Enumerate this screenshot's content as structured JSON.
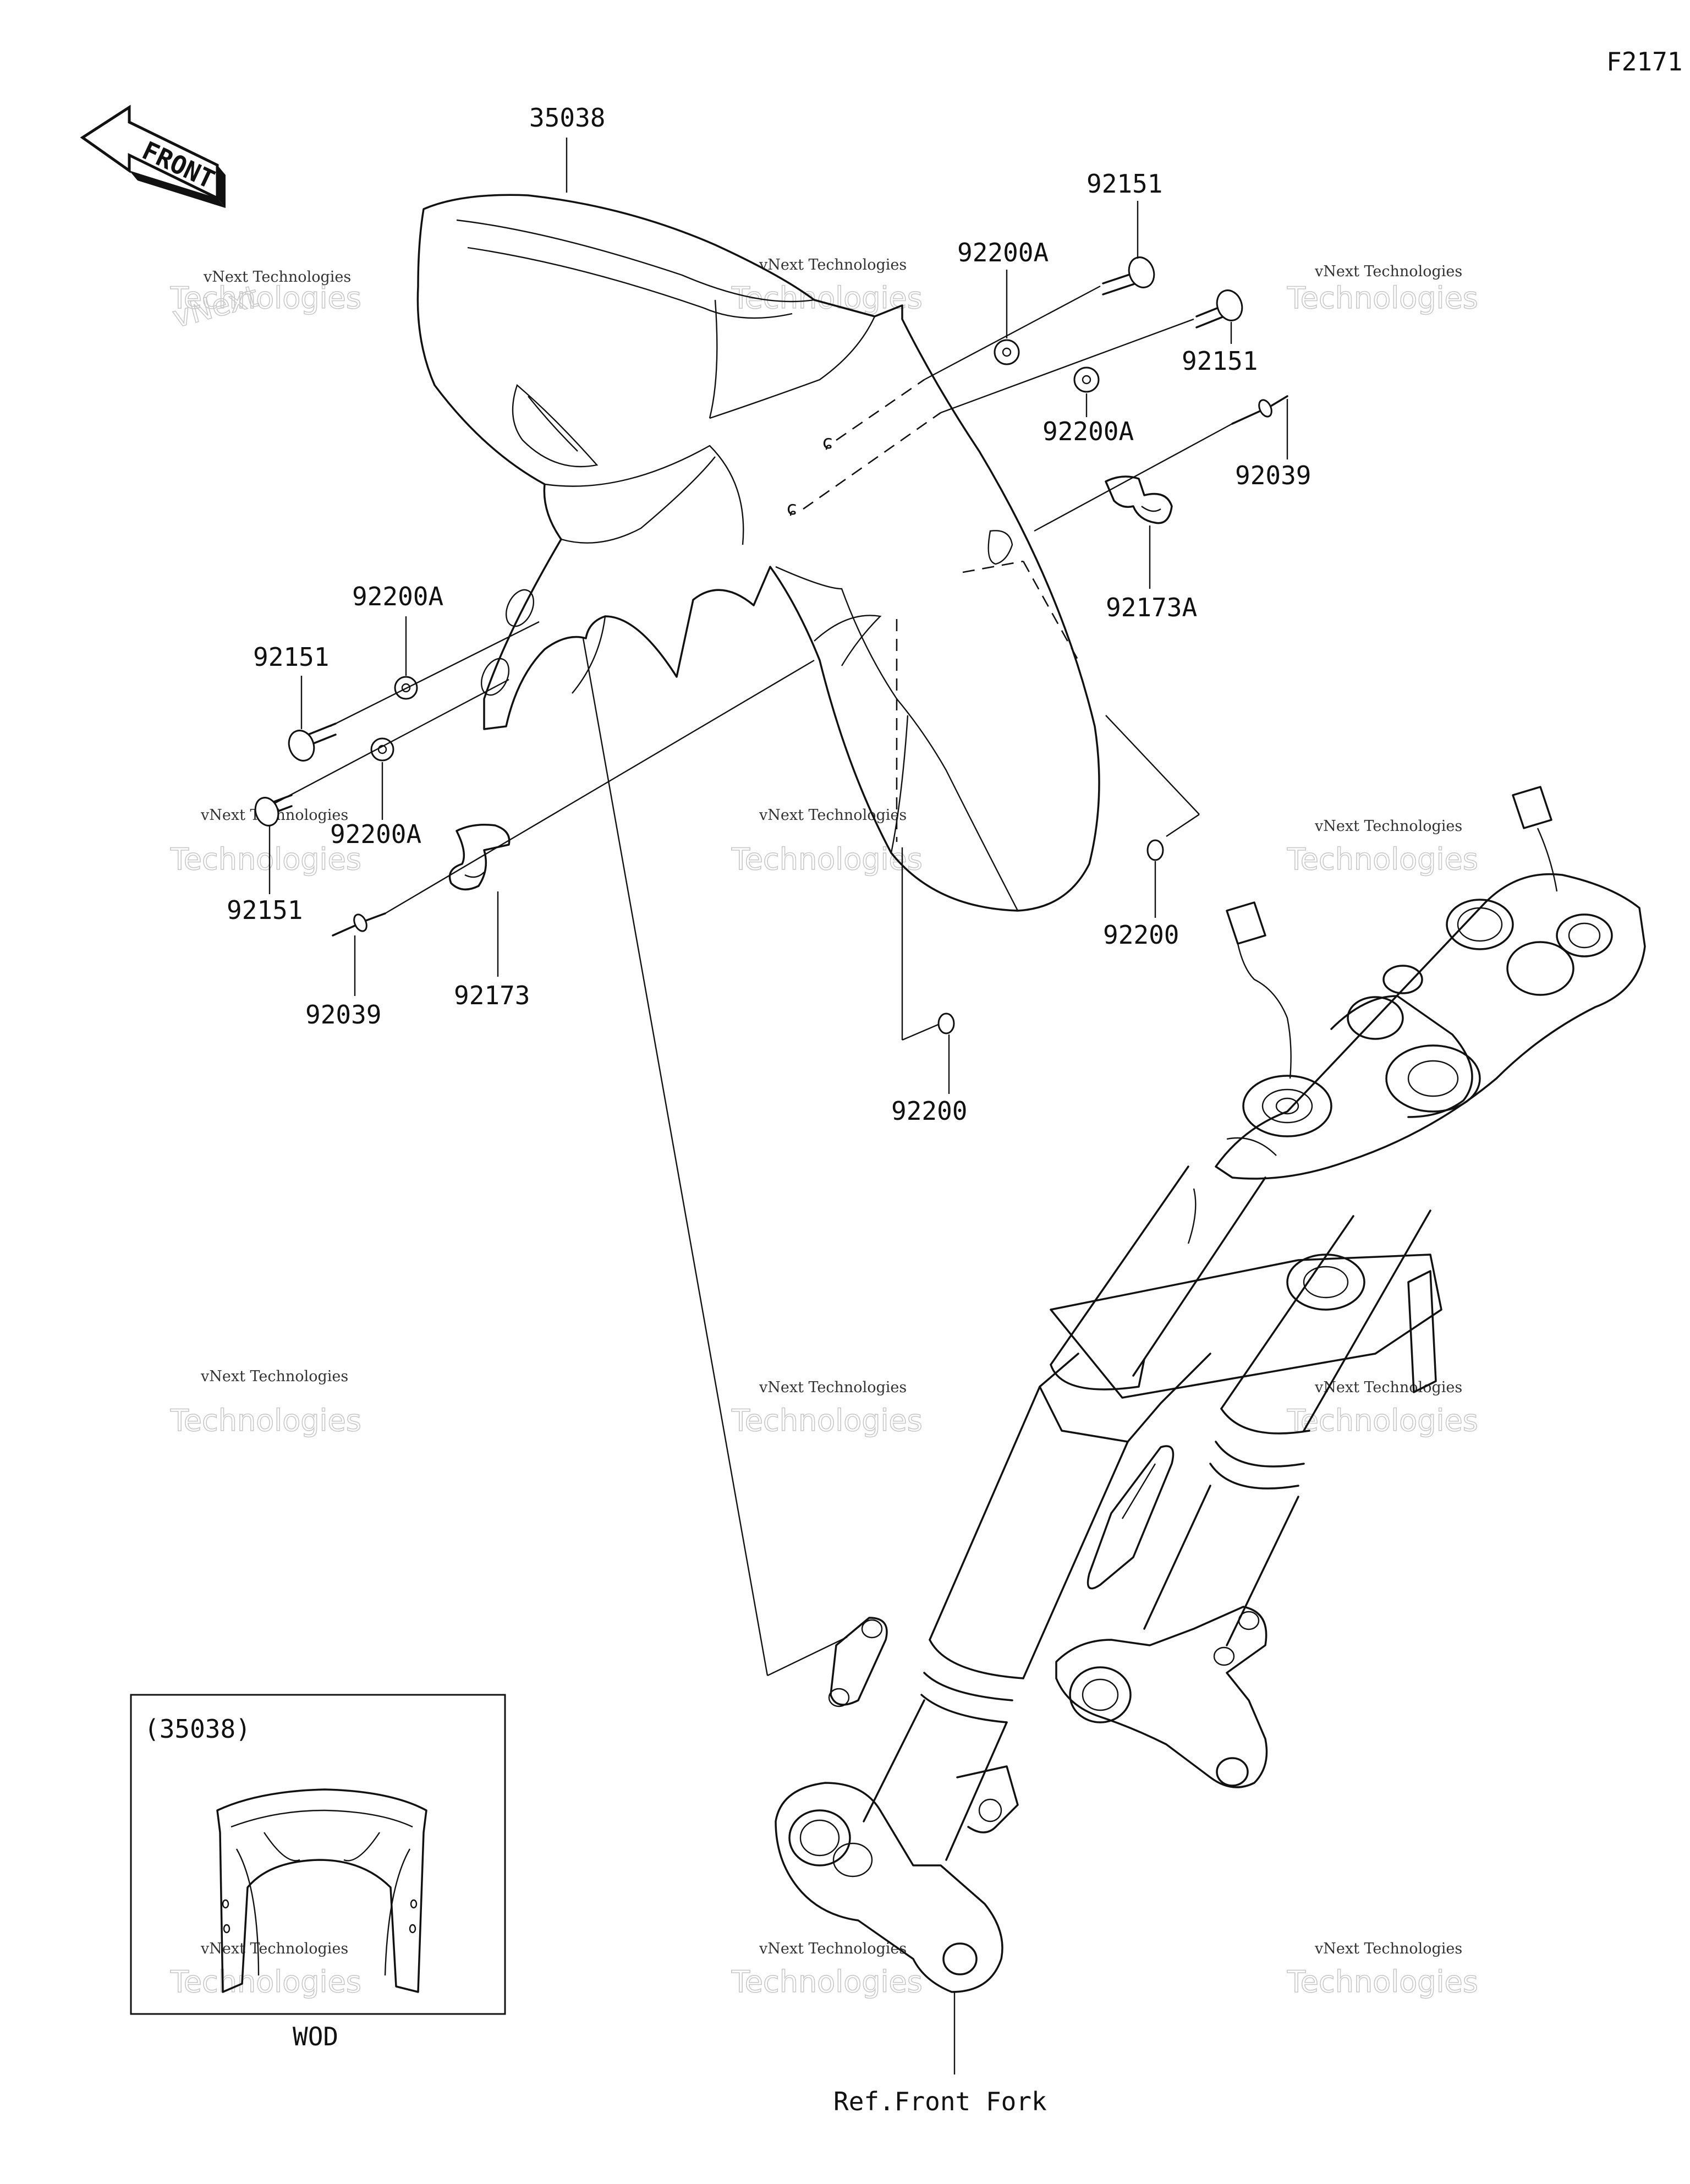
{
  "diagram_code": "F2171",
  "front_label": "FRONT",
  "watermark": {
    "line1": "vNext Technologies",
    "line2": "Technologies"
  },
  "parts": {
    "fender": "35038",
    "bolt_top_left": "92151",
    "bolt_top_right": "92151",
    "washer_top_left": "92200A",
    "washer_top_right": "92200A",
    "rivet_right": "92039",
    "clamp_right": "92173A",
    "washer_left_upper": "92200A",
    "bolt_left_upper": "92151",
    "bolt_left_lower": "92151",
    "washer_left_lower": "92200A",
    "clamp_left": "92173",
    "rivet_left": "92039",
    "nut_right": "92200",
    "nut_center": "92200"
  },
  "ref_label": "Ref.Front Fork",
  "inset": {
    "title": "(35038)",
    "caption": "WOD"
  }
}
